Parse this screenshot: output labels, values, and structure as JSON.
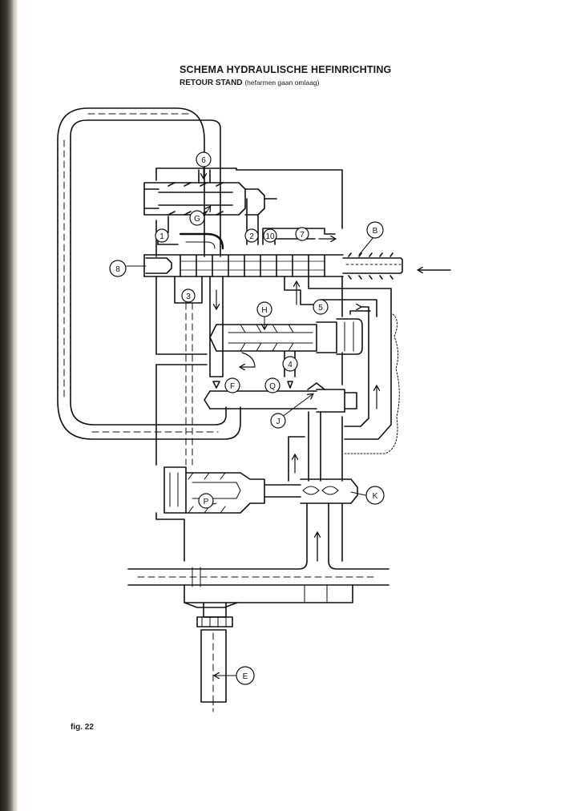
{
  "header": {
    "title": "SCHEMA HYDRAULISCHE HEFINRICHTING",
    "subtitle_bold": "RETOUR STAND",
    "subtitle_note": "(hefarmen gaan omlaag)"
  },
  "figure_label": "fig. 22",
  "callouts": [
    {
      "id": "callout-6",
      "text": "6"
    },
    {
      "id": "callout-G",
      "text": "G"
    },
    {
      "id": "callout-1",
      "text": "1"
    },
    {
      "id": "callout-2",
      "text": "2"
    },
    {
      "id": "callout-10",
      "text": "10"
    },
    {
      "id": "callout-7",
      "text": "7"
    },
    {
      "id": "callout-B",
      "text": "B"
    },
    {
      "id": "callout-8",
      "text": "8"
    },
    {
      "id": "callout-3",
      "text": "3"
    },
    {
      "id": "callout-5",
      "text": "5"
    },
    {
      "id": "callout-H",
      "text": "H"
    },
    {
      "id": "callout-4",
      "text": "4"
    },
    {
      "id": "callout-F",
      "text": "F"
    },
    {
      "id": "callout-Q",
      "text": "Q"
    },
    {
      "id": "callout-J",
      "text": "J"
    },
    {
      "id": "callout-P",
      "text": "P"
    },
    {
      "id": "callout-K",
      "text": "K"
    },
    {
      "id": "callout-E",
      "text": "E"
    }
  ]
}
